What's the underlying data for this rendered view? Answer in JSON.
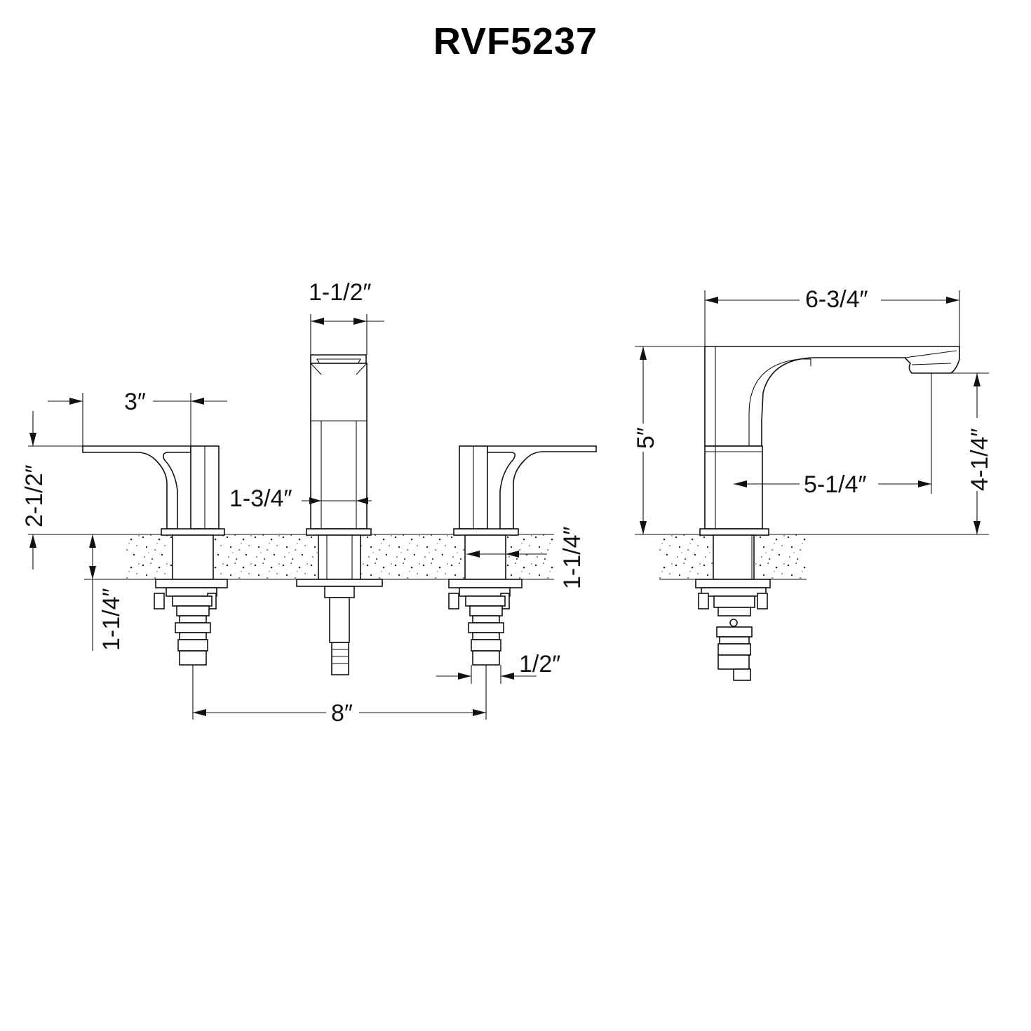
{
  "title": "RVF5237",
  "front_view": {
    "spout_width": "1-1/2″",
    "handle_length": "3″",
    "handle_height": "2-1/2″",
    "spout_base": "1-3/4″",
    "deck_thickness_right": "1-1/4″",
    "shank_length": "1-1/4″",
    "supply_diameter": "1/2″",
    "center_spread": "8″"
  },
  "side_view": {
    "spout_reach_total": "6-3/4″",
    "spout_height": "5″",
    "spout_reach": "5-1/4″",
    "outlet_height": "4-1/4″"
  }
}
